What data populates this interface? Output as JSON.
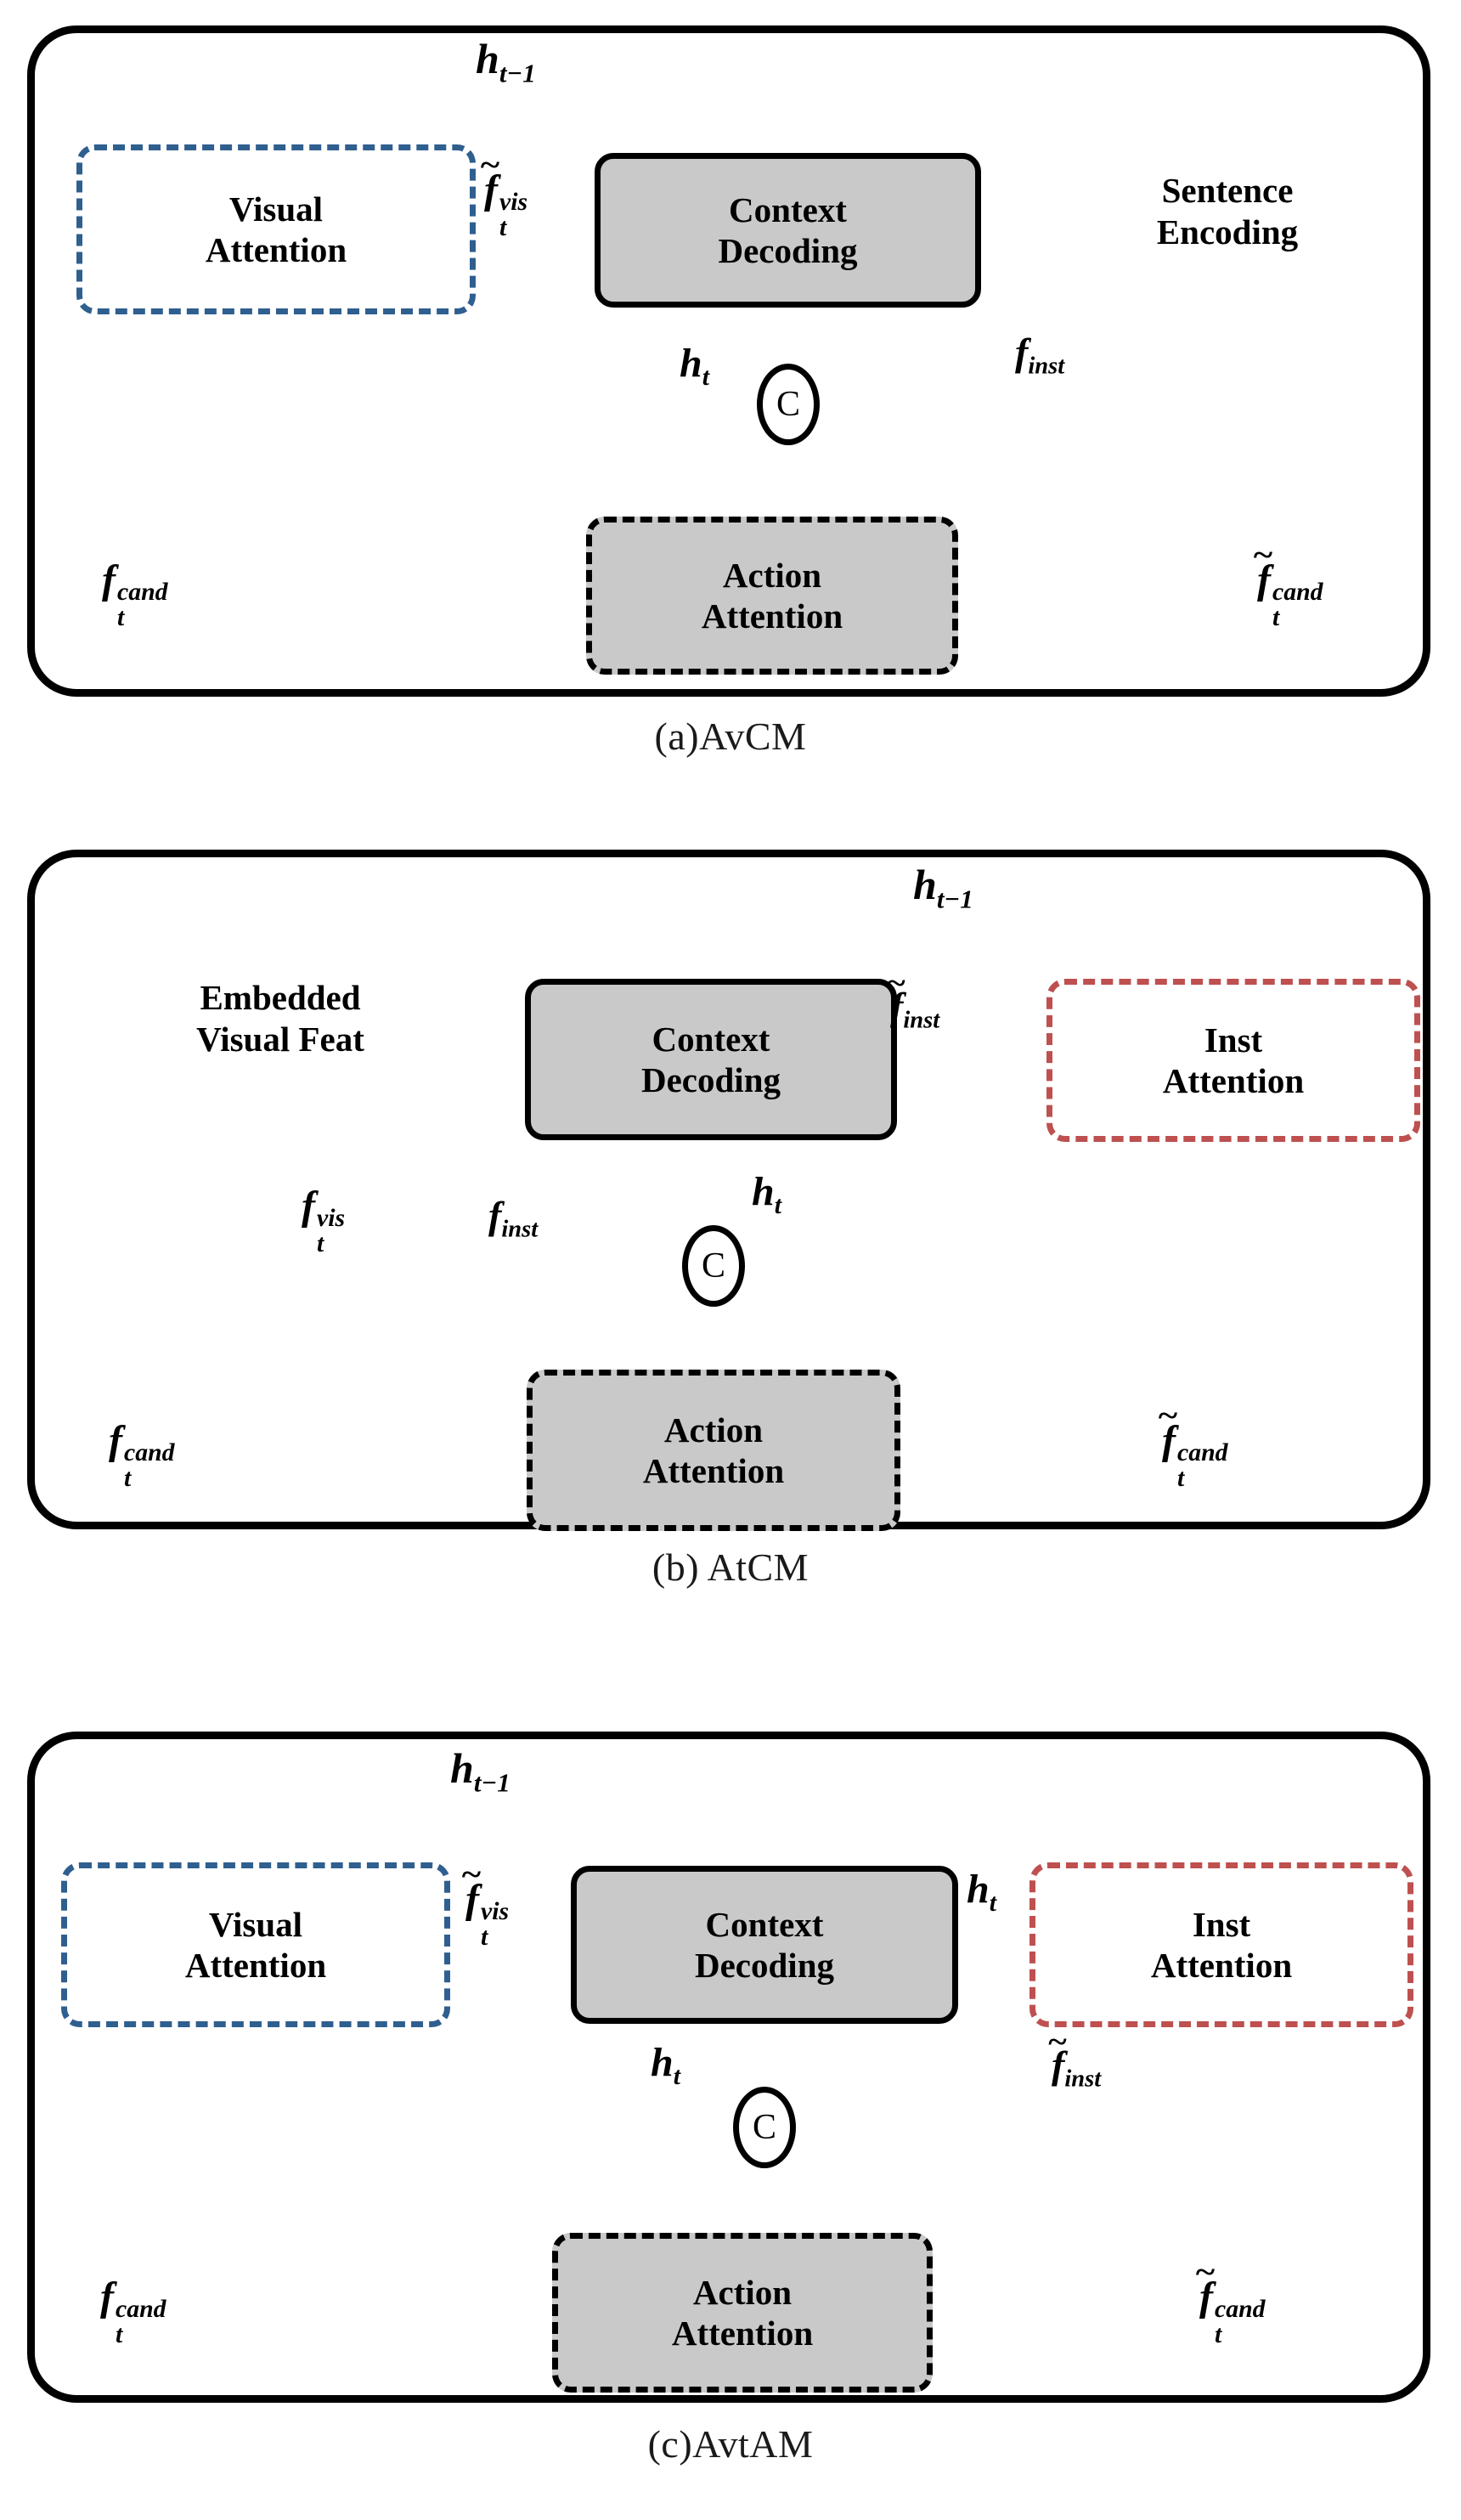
{
  "figure": {
    "type": "diagram",
    "kind": "neural-network-architecture-comparison",
    "panel_count": 3
  },
  "colors": {
    "blue": "#2f5f8f",
    "red": "#be5050",
    "black": "#000000",
    "gray_fill": "#c9c9c9",
    "white": "#ffffff"
  },
  "captions": {
    "a": "(a)AvCM",
    "b": "(b) AtCM",
    "c": "(c)AvtAM"
  },
  "modules": {
    "visual_attention": {
      "line1": "Visual",
      "line2": "Attention"
    },
    "context_decoding": {
      "line1": "Context",
      "line2": "Decoding"
    },
    "sentence_encoding": {
      "line1": "Sentence",
      "line2": "Encoding"
    },
    "action_attention": {
      "line1": "Action",
      "line2": "Attention"
    },
    "inst_attention": {
      "line1": "Inst",
      "line2": "Attention"
    },
    "embedded_visual_feat": {
      "line1": "Embedded",
      "line2": "Visual Feat"
    },
    "concat": {
      "label": "C"
    }
  },
  "math": {
    "h_prev": {
      "base": "h",
      "sub": "t-1"
    },
    "h_t": {
      "base": "h",
      "sub": "t"
    },
    "f_t_vis_tilde": {
      "base": "f",
      "sup": "vis",
      "sub": "t",
      "tilde": true
    },
    "f_t_vis": {
      "base": "f",
      "sup": "vis",
      "sub": "t",
      "tilde": false
    },
    "f_inst": {
      "base": "f",
      "sub": "inst",
      "tilde": false
    },
    "f_inst_tilde": {
      "base": "f",
      "sub": "inst",
      "tilde": true
    },
    "f_t_cand": {
      "base": "f",
      "sup": "cand",
      "sub": "t",
      "tilde": false
    },
    "f_t_cand_tilde": {
      "base": "f",
      "sup": "cand",
      "sub": "t",
      "tilde": true
    }
  },
  "panels": [
    {
      "id": "a",
      "name": "AvCM",
      "caption": "(a)AvCM",
      "blocks": [
        {
          "name": "visual-attention",
          "style": "dashed-blue",
          "line1": "Visual",
          "line2": "Attention"
        },
        {
          "name": "context-decoding",
          "style": "solid-gray",
          "line1": "Context",
          "line2": "Decoding"
        },
        {
          "name": "sentence-encoding",
          "style": "plain-text",
          "line1": "Sentence",
          "line2": "Encoding"
        },
        {
          "name": "concat",
          "style": "circle",
          "line1": "C"
        },
        {
          "name": "action-attention",
          "style": "dashed-gray",
          "line1": "Action",
          "line2": "Attention"
        }
      ],
      "edge_labels": {
        "top_feedback": "h_t-1",
        "vis_to_ctx": "f~_t^vis",
        "ctx_to_concat": "h_t",
        "sentence_to_concat": "f_inst",
        "cand_in": "f_t^cand",
        "cand_out": "f~_t^cand"
      }
    },
    {
      "id": "b",
      "name": "AtCM",
      "caption": "(b) AtCM",
      "blocks": [
        {
          "name": "embedded-visual-feat",
          "style": "plain-text",
          "line1": "Embedded",
          "line2": "Visual Feat"
        },
        {
          "name": "context-decoding",
          "style": "solid-gray",
          "line1": "Context",
          "line2": "Decoding"
        },
        {
          "name": "inst-attention",
          "style": "dashed-red",
          "line1": "Inst",
          "line2": "Attention"
        },
        {
          "name": "concat",
          "style": "circle",
          "line1": "C"
        },
        {
          "name": "action-attention",
          "style": "dashed-gray",
          "line1": "Action",
          "line2": "Attention"
        }
      ],
      "edge_labels": {
        "top_feedback": "h_t-1",
        "inst_to_ctx": "f~_inst",
        "ctx_to_concat": "h_t",
        "visual_to_concat": "f_t^vis",
        "inst_at_concat": "f_inst",
        "cand_in": "f_t^cand",
        "cand_out": "f~_t^cand"
      }
    },
    {
      "id": "c",
      "name": "AvtAM",
      "caption": "(c)AvtAM",
      "blocks": [
        {
          "name": "visual-attention",
          "style": "dashed-blue",
          "line1": "Visual",
          "line2": "Attention"
        },
        {
          "name": "context-decoding",
          "style": "solid-gray",
          "line1": "Context",
          "line2": "Decoding"
        },
        {
          "name": "inst-attention",
          "style": "dashed-red",
          "line1": "Inst",
          "line2": "Attention"
        },
        {
          "name": "concat",
          "style": "circle",
          "line1": "C"
        },
        {
          "name": "action-attention",
          "style": "dashed-gray",
          "line1": "Action",
          "line2": "Attention"
        }
      ],
      "edge_labels": {
        "top_feedback": "h_t-1",
        "vis_to_ctx": "f~_t^vis",
        "ctx_to_inst": "h_t",
        "ctx_to_concat": "h_t",
        "inst_to_concat": "f~_inst",
        "cand_in": "f_t^cand",
        "cand_out": "f~_t^cand"
      }
    }
  ]
}
